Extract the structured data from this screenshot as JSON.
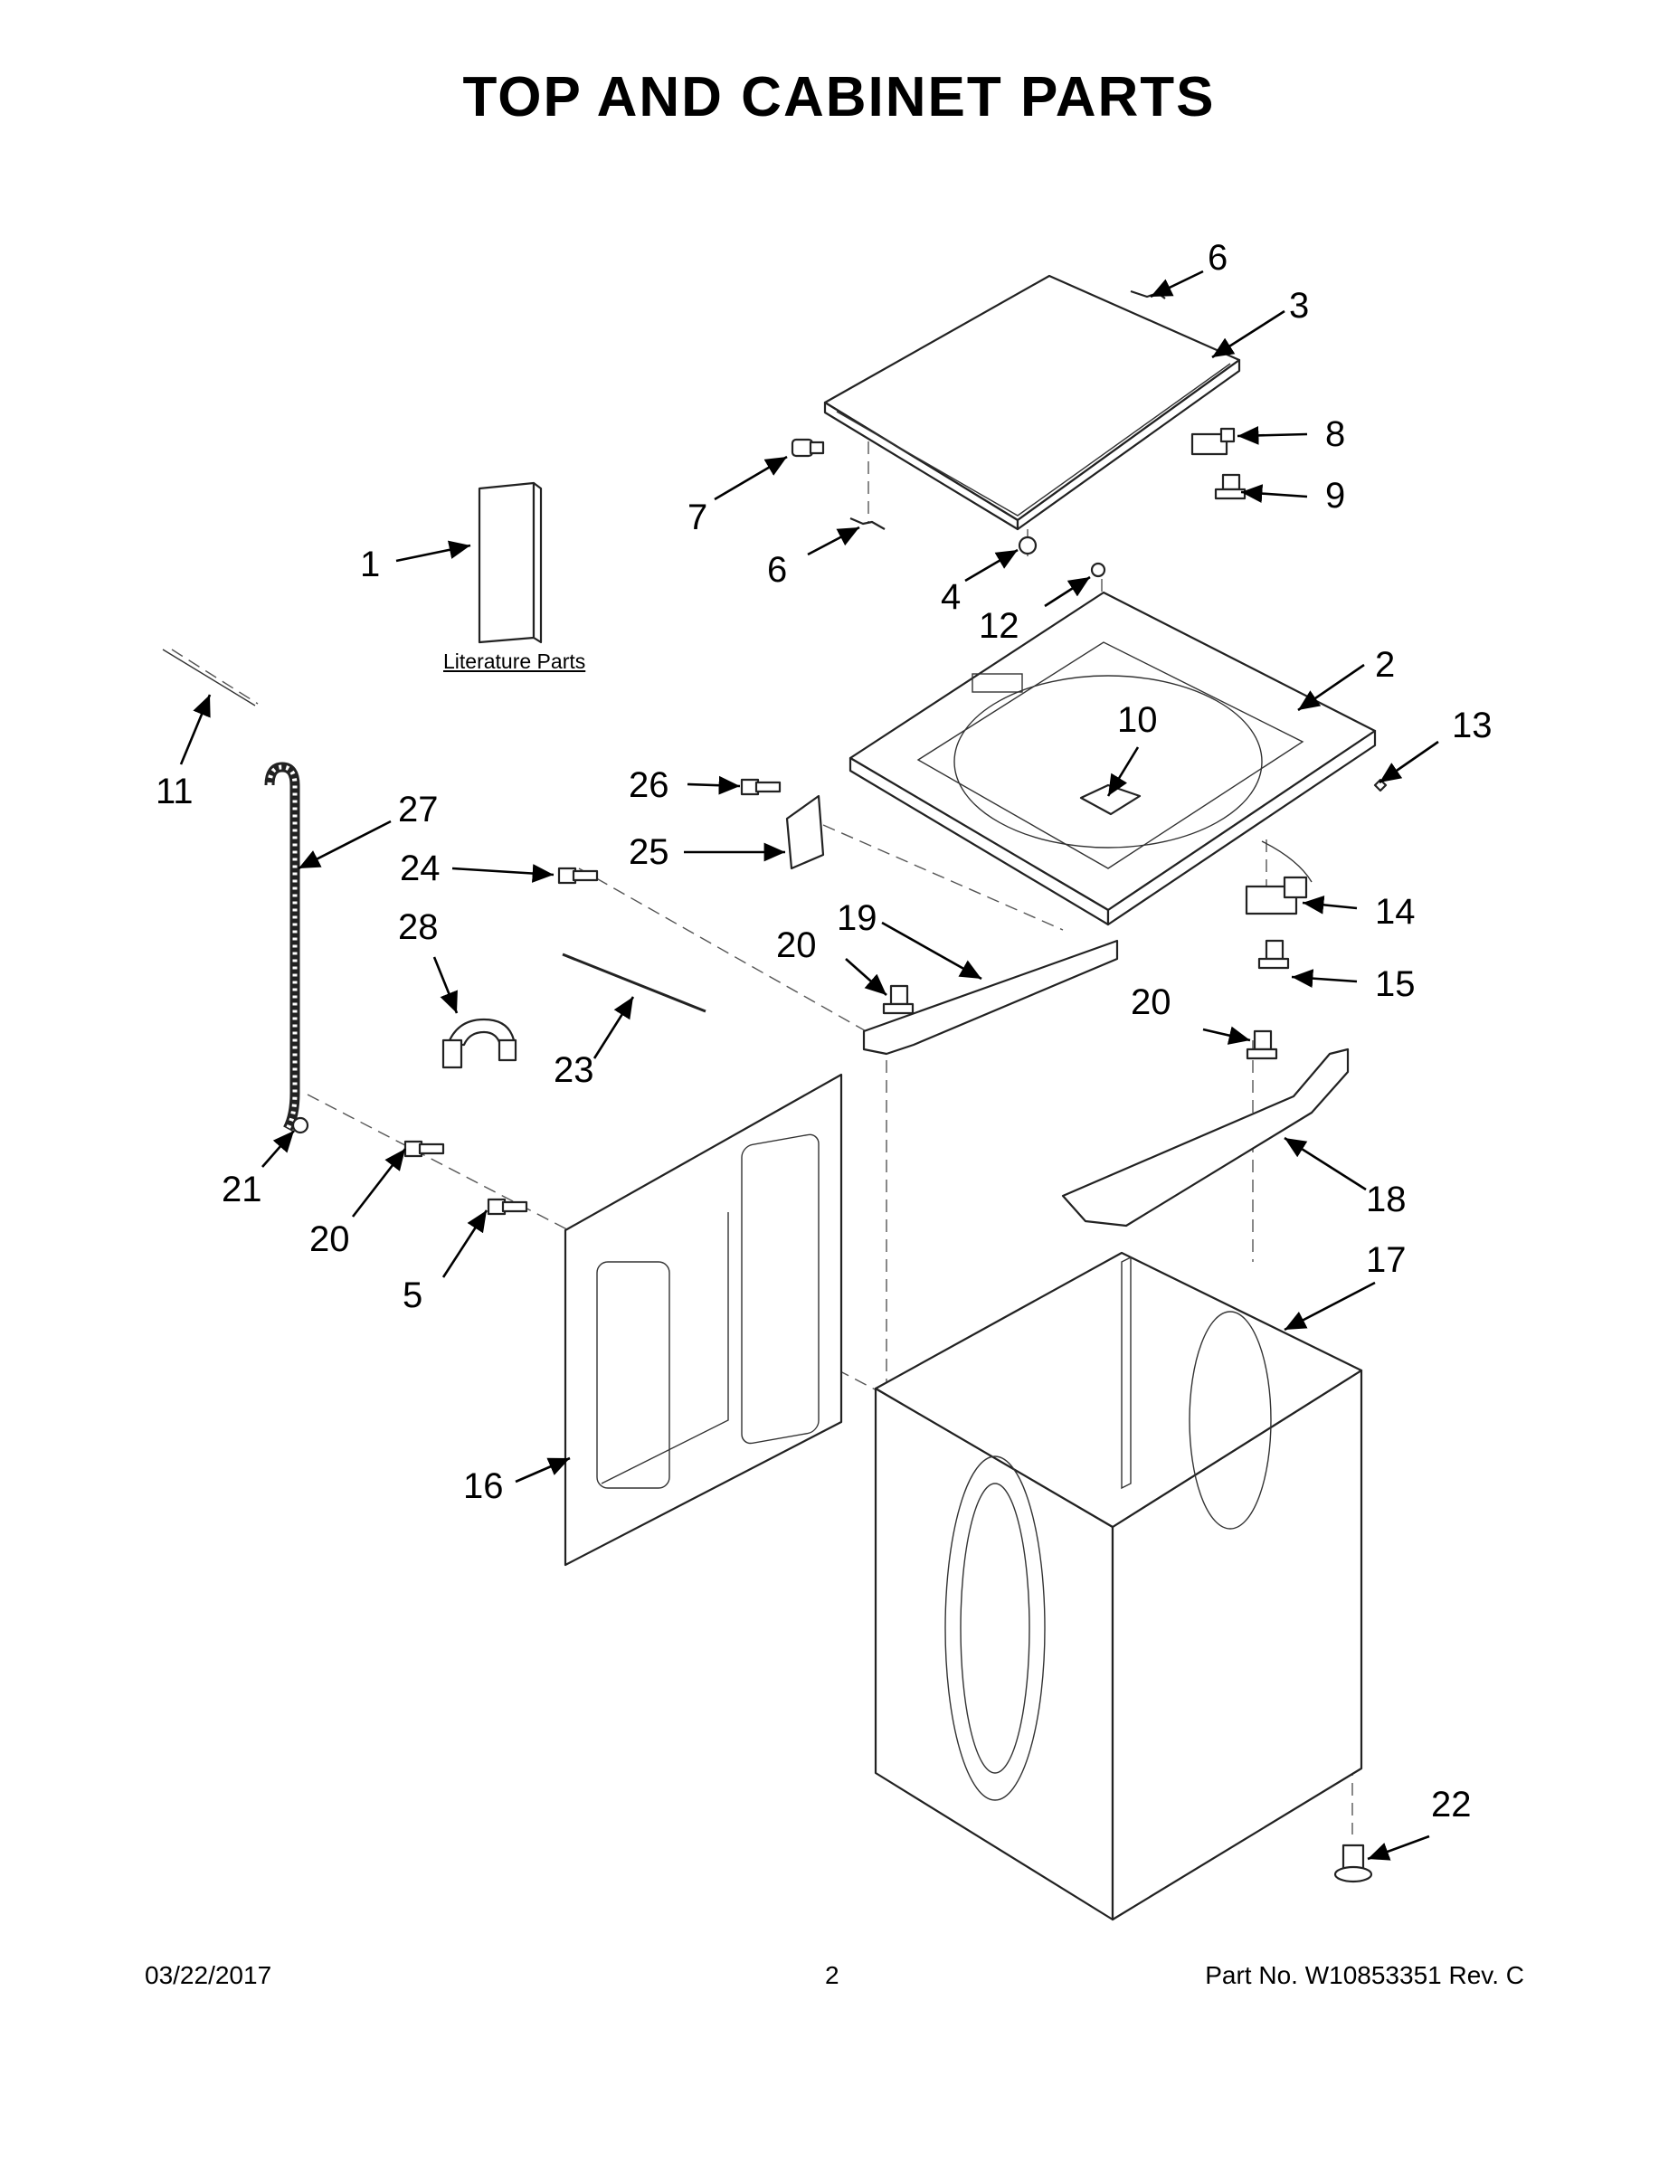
{
  "title": "TOP AND CABINET PARTS",
  "literature_label": "Literature Parts",
  "footer": {
    "date": "03/22/2017",
    "page": "2",
    "part_no": "Part No.  W10853351  Rev.  C"
  },
  "callouts": {
    "c1": "1",
    "c2": "2",
    "c3": "3",
    "c4": "4",
    "c5": "5",
    "c6a": "6",
    "c6b": "6",
    "c7": "7",
    "c8": "8",
    "c9": "9",
    "c10": "10",
    "c11": "11",
    "c12": "12",
    "c13": "13",
    "c14": "14",
    "c15": "15",
    "c16": "16",
    "c17": "17",
    "c18": "18",
    "c19": "19",
    "c20a": "20",
    "c20b": "20",
    "c20c": "20",
    "c21": "21",
    "c22": "22",
    "c23": "23",
    "c24": "24",
    "c25": "25",
    "c26": "26",
    "c27": "27",
    "c28": "28"
  }
}
